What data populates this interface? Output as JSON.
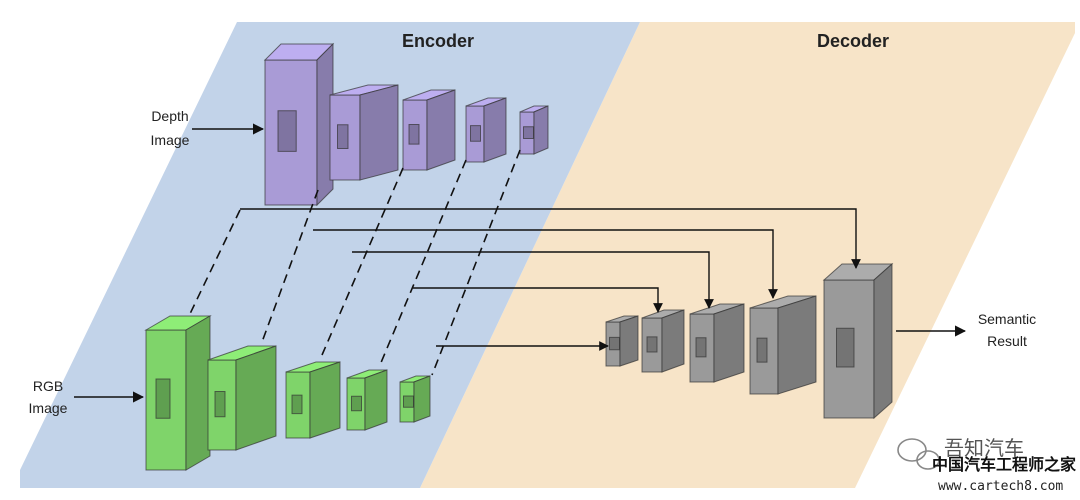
{
  "panels": {
    "encoder_title": "Encoder",
    "decoder_title": "Decoder"
  },
  "labels": {
    "depth_image": [
      "Depth",
      "Image"
    ],
    "rgb_image": [
      "RGB",
      "Image"
    ],
    "semantic_result": [
      "Semantic",
      "Result"
    ]
  },
  "watermark": {
    "line1": "吾知汽车",
    "line2": "中国汽车工程师之家",
    "url": "www.cartech8.com"
  },
  "colors": {
    "encoder_panel": "#c2d3e9",
    "decoder_panel": "#f7e4c8",
    "depth_block": "#a99bd6",
    "rgb_block": "#7fd46a",
    "decoder_block": "#9a9a9a"
  }
}
